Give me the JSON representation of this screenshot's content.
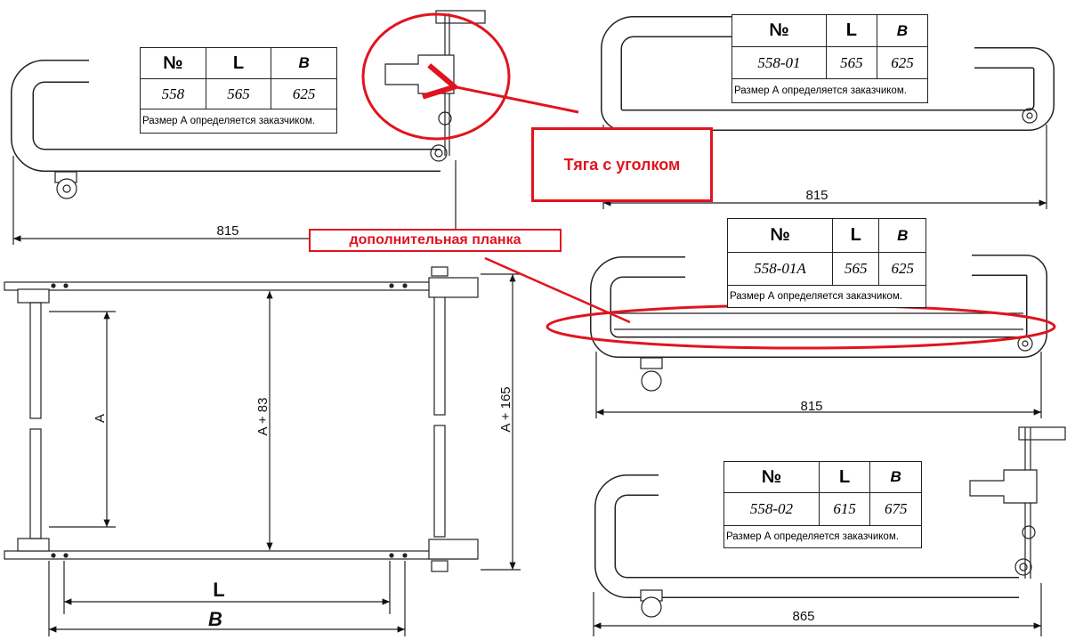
{
  "tables": [
    {
      "headers": [
        "№",
        "L",
        "B"
      ],
      "values": [
        "558",
        "565",
        "625"
      ],
      "note": "Размер А определяется заказчиком."
    },
    {
      "headers": [
        "№",
        "L",
        "B"
      ],
      "values": [
        "558-01",
        "565",
        "625"
      ],
      "note": "Размер А определяется заказчиком."
    },
    {
      "headers": [
        "№",
        "L",
        "B"
      ],
      "values": [
        "558-01A",
        "565",
        "625"
      ],
      "note": "Размер А определяется заказчиком."
    },
    {
      "headers": [
        "№",
        "L",
        "B"
      ],
      "values": [
        "558-02",
        "615",
        "675"
      ],
      "note": "Размер А определяется заказчиком."
    }
  ],
  "dimensions": {
    "d1": "815",
    "d2": "815",
    "d3": "815",
    "d4": "865",
    "a": "A",
    "a83": "A + 83",
    "a165": "A + 165",
    "l": "L",
    "b": "B"
  },
  "annotations": {
    "rod": "Тяга с уголком",
    "bar": "дополнительная планка"
  },
  "colors": {
    "annotation": "#e0141e",
    "line": "#222222"
  }
}
